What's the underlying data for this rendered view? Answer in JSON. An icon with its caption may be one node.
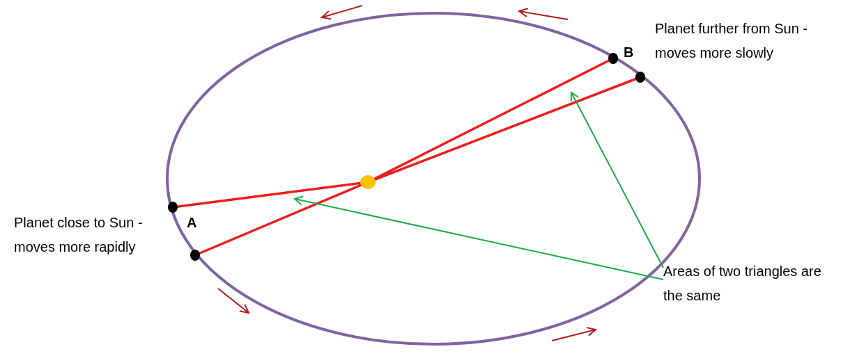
{
  "diagram": {
    "nodes": [
      {
        "text": [
          "Areas of two triangles are the same"
        ]
      },
      {
        "text": [],
        "shape": "triangle"
      },
      {
        "text": [],
        "shape": "triangle"
      }
    ],
    "edges": [
      {
        "from": 0,
        "to": 1,
        "arrow": "to"
      },
      {
        "from": 0,
        "to": 2,
        "arrow": "to"
      }
    ],
    "labels": [
      "Planet further from Sun - moves more slowly",
      "B",
      "Planet close to Sun - moves more rapidly",
      "A"
    ]
  }
}
